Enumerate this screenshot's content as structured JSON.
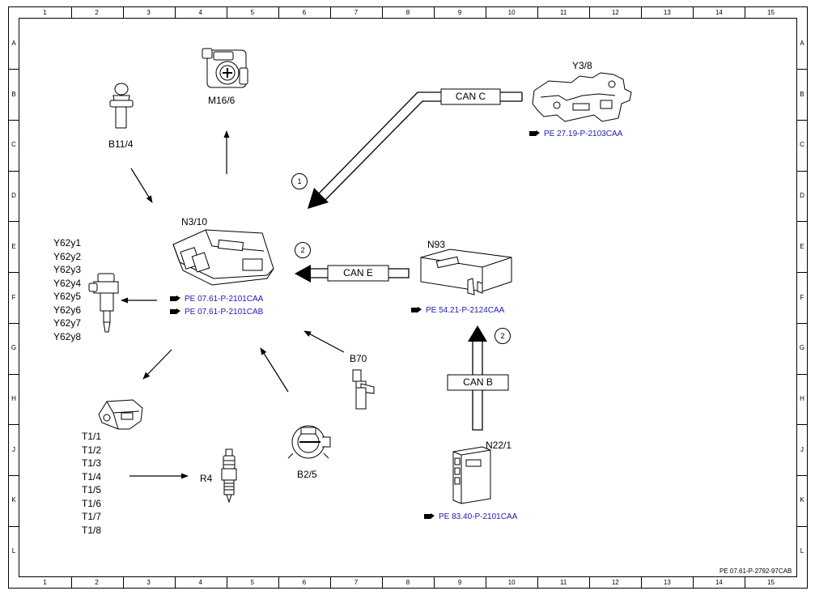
{
  "grid": {
    "columns": [
      "1",
      "2",
      "3",
      "4",
      "5",
      "6",
      "7",
      "8",
      "9",
      "10",
      "11",
      "12",
      "13",
      "14",
      "15"
    ],
    "rows": [
      "A",
      "B",
      "C",
      "D",
      "E",
      "F",
      "G",
      "H",
      "J",
      "K",
      "L"
    ]
  },
  "components": {
    "m16_6": {
      "label": "M16/6"
    },
    "b11_4": {
      "label": "B11/4"
    },
    "y3_8": {
      "label": "Y3/8",
      "ref": "PE 27.19-P-2103CAA"
    },
    "n3_10": {
      "label": "N3/10",
      "refs": [
        "PE 07.61-P-2101CAA",
        "PE 07.61-P-2101CAB"
      ]
    },
    "n93": {
      "label": "N93",
      "ref": "PE 54.21-P-2124CAA"
    },
    "injectors": {
      "labels": [
        "Y62y1",
        "Y62y2",
        "Y62y3",
        "Y62y4",
        "Y62y5",
        "Y62y6",
        "Y62y7",
        "Y62y8"
      ]
    },
    "b70": {
      "label": "B70"
    },
    "coils": {
      "labels": [
        "T1/1",
        "T1/2",
        "T1/3",
        "T1/4",
        "T1/5",
        "T1/6",
        "T1/7",
        "T1/8"
      ]
    },
    "r4": {
      "label": "R4"
    },
    "b2_5": {
      "label": "B2/5"
    },
    "n22_1": {
      "label": "N22/1",
      "ref": "PE 83.40-P-2101CAA"
    }
  },
  "buses": {
    "can_c": {
      "label": "CAN C",
      "marker": "1"
    },
    "can_e": {
      "label": "CAN E",
      "marker": "2"
    },
    "can_b": {
      "label": "CAN B",
      "marker": "2"
    }
  },
  "doc_number": "PE 07.61-P-2792-97CAB",
  "colors": {
    "line": "#000000",
    "link": "#1a1ab4",
    "background": "#ffffff"
  }
}
